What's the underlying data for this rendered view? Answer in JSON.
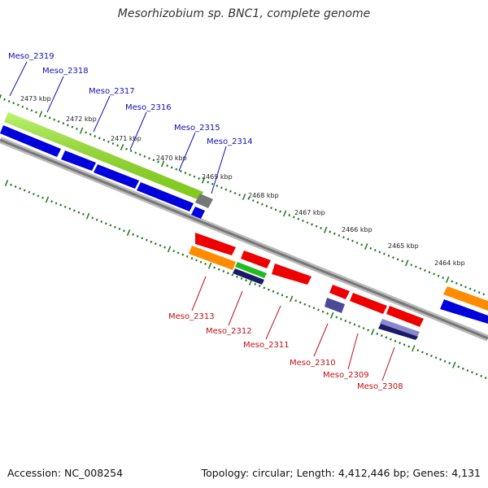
{
  "title": "Mesorhizobium sp. BNC1, complete genome",
  "footer": {
    "accession": "Accession: NC_008254",
    "summary": "Topology: circular; Length: 4,412,446 bp; Genes: 4,131"
  },
  "colors": {
    "backbone": "#888888",
    "tick": "#1a7a1a",
    "label_top": "#1010b0",
    "label_bottom": "#c01010"
  },
  "kbp_ticks": [
    "2473 kbp",
    "2472 kbp",
    "2471 kbp",
    "2470 kbp",
    "2469 kbp",
    "2468 kbp",
    "2467 kbp",
    "2466 kbp",
    "2465 kbp",
    "2464 kbp"
  ],
  "genes_top": [
    {
      "label": "Meso_2319",
      "color": "#0000dd"
    },
    {
      "label": "Meso_2318",
      "color": "#0000dd"
    },
    {
      "label": "Meso_2317",
      "color": "#0000dd"
    },
    {
      "label": "Meso_2316",
      "color": "#0000dd"
    },
    {
      "label": "Meso_2315",
      "color": "#0000dd"
    },
    {
      "label": "Meso_2314",
      "color": "#0000dd"
    }
  ],
  "genes_bottom": [
    {
      "label": "Meso_2313",
      "color": "#ff8c00"
    },
    {
      "label": "Meso_2312",
      "color": "#22bb22"
    },
    {
      "label": "Meso_2311",
      "color": "#ee0000"
    },
    {
      "label": "Meso_2310",
      "color": "#4a4a99"
    },
    {
      "label": "Meso_2309",
      "color": "#ee0000"
    },
    {
      "label": "Meso_2308",
      "color": "#7777bb"
    }
  ]
}
